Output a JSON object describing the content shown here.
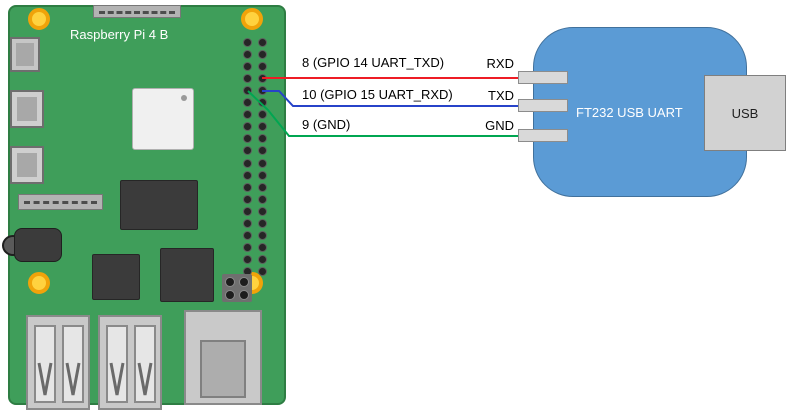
{
  "board": {
    "title": "Raspberry Pi 4 B",
    "color": "#3f9e5a",
    "gpio": {
      "rows": 20,
      "cols": 2
    }
  },
  "wires": [
    {
      "label": "8 (GPIO 14 UART_TXD)",
      "endpoint": "RXD",
      "color": "#ee1c25"
    },
    {
      "label": "10 (GPIO 15 UART_RXD)",
      "endpoint": "TXD",
      "color": "#2743c9"
    },
    {
      "label": "9 (GND)",
      "endpoint": "GND",
      "color": "#00a651"
    }
  ],
  "adapter": {
    "label": "FT232 USB UART",
    "color": "#5b9bd5"
  },
  "usb_connector": {
    "label": "USB"
  }
}
